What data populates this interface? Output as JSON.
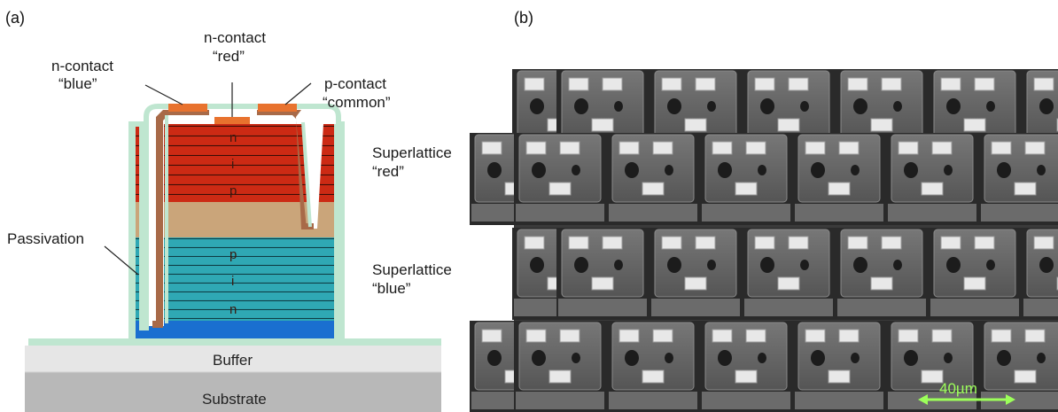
{
  "panels": {
    "a": "(a)",
    "b": "(b)"
  },
  "labels": {
    "n_contact_blue_1": "n-contact",
    "n_contact_blue_2": "“blue”",
    "n_contact_red_1": "n-contact",
    "n_contact_red_2": "“red”",
    "p_contact_1": "p-contact",
    "p_contact_2": "“common”",
    "sl_red_1": "Superlattice",
    "sl_red_2": "“red”",
    "sl_blue_1": "Superlattice",
    "sl_blue_2": "“blue”",
    "passivation": "Passivation",
    "buffer": "Buffer",
    "substrate": "Substrate"
  },
  "layer_letters": {
    "red_n": "n",
    "red_i": "i",
    "red_p": "p",
    "blue_p": "p",
    "blue_i": "i",
    "blue_n": "n"
  },
  "micrograph": {
    "scale_bar": "40µm"
  },
  "colors": {
    "red_sl": "#cc2a14",
    "tan": "#caa57a",
    "teal_sl": "#2fa8b4",
    "blue_base": "#1a6fd0",
    "passivation": "#bfe6d0",
    "contact": "#e8722e",
    "contact_line": "#a86a48",
    "buffer": "#e6e6e6",
    "substrate": "#b8b8b8",
    "scale_bar": "#9cff5a"
  }
}
